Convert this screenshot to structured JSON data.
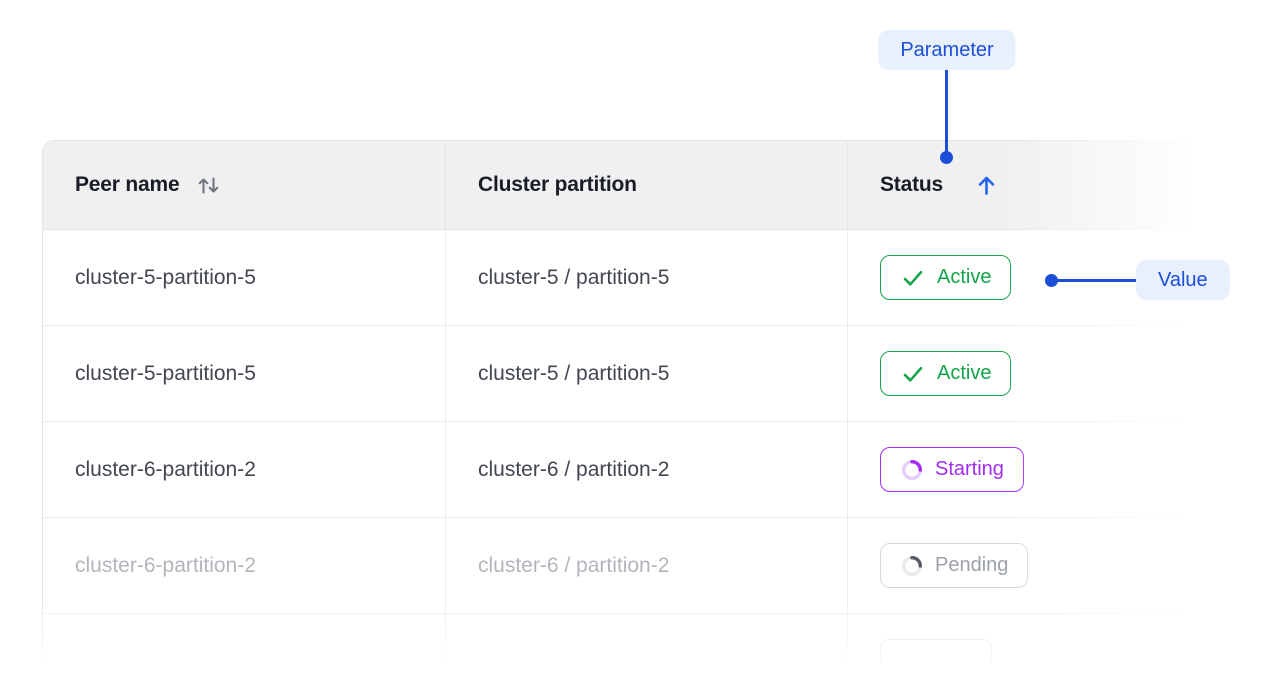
{
  "annotations": {
    "parameter_label": "Parameter",
    "value_label": "Value"
  },
  "table": {
    "columns": [
      {
        "label": "Peer name",
        "icon": "sort-both-icon",
        "sort_state": "sortable"
      },
      {
        "label": "Cluster partition",
        "icon": "",
        "sort_state": "none"
      },
      {
        "label": "Status",
        "icon": "sort-ascending-icon",
        "sort_state": "ascending"
      }
    ],
    "rows": [
      {
        "peer_name": "cluster-5-partition-5",
        "cluster_partition": "cluster-5 / partition-5",
        "status": {
          "label": "Active",
          "type": "active",
          "icon": "check-icon"
        },
        "muted": false
      },
      {
        "peer_name": "cluster-5-partition-5",
        "cluster_partition": "cluster-5 / partition-5",
        "status": {
          "label": "Active",
          "type": "active",
          "icon": "check-icon"
        },
        "muted": false
      },
      {
        "peer_name": "cluster-6-partition-2",
        "cluster_partition": "cluster-6 / partition-2",
        "status": {
          "label": "Starting",
          "type": "starting",
          "icon": "spinner-icon"
        },
        "muted": false
      },
      {
        "peer_name": "cluster-6-partition-2",
        "cluster_partition": "cluster-6 / partition-2",
        "status": {
          "label": "Pending",
          "type": "pending",
          "icon": "spinner-icon"
        },
        "muted": true
      },
      {
        "peer_name": "",
        "cluster_partition": "",
        "status": {
          "label": "",
          "type": "partial",
          "icon": ""
        },
        "muted": true
      }
    ]
  },
  "colors": {
    "annotation_blue": "#1d4ed8",
    "annotation_pill_bg": "#e9f0fd",
    "sort_arrow_blue": "#2563eb",
    "sort_icon_gray": "#717680",
    "active_green": "#13a34a",
    "starting_purple": "#a32cf2",
    "pending_gray_text": "#9ca1a9",
    "pending_gray_border": "#d5d7da",
    "header_bg": "#f0f0f1",
    "header_text": "#181d27",
    "cell_text": "#414651",
    "muted_cell_text": "#b2b5bc",
    "table_border": "#e4e4e7"
  }
}
